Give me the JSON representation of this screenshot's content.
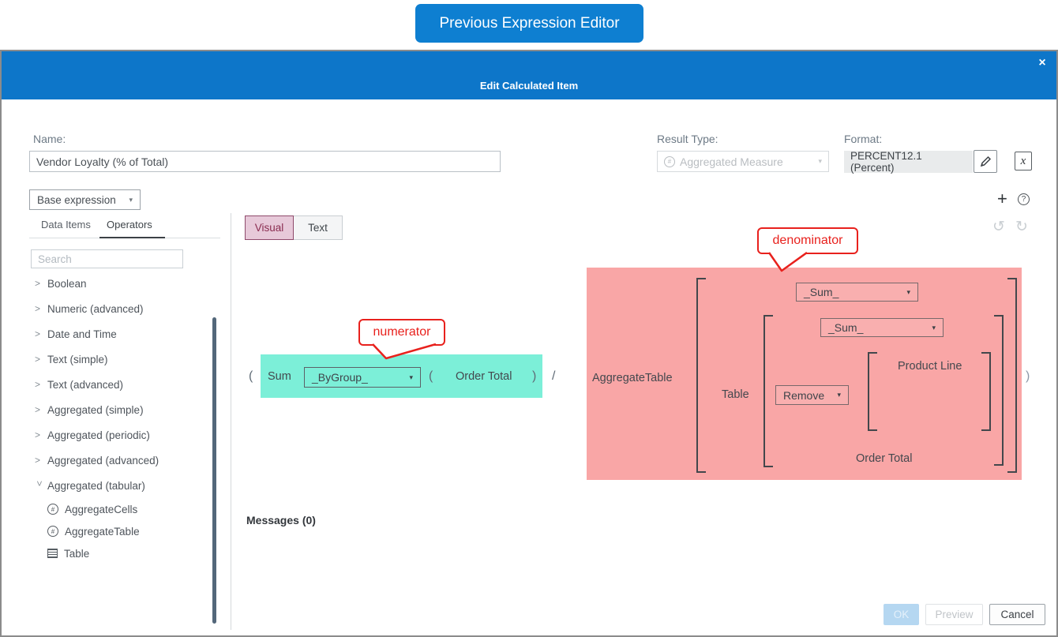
{
  "page": {
    "external_button_label": "Previous Expression Editor"
  },
  "dialog": {
    "title": "Edit Calculated Item",
    "close_glyph": "×",
    "name_field": {
      "label": "Name:",
      "value": "Vendor Loyalty (% of Total)"
    },
    "result_type": {
      "label": "Result Type:",
      "value": "Aggregated Measure"
    },
    "format": {
      "label": "Format:",
      "value": "PERCENT12.1 (Percent)",
      "variable_glyph": "x"
    },
    "scope_dropdown": {
      "value": "Base expression"
    },
    "panel_tabs": {
      "data_items": "Data Items",
      "operators": "Operators",
      "active": "Operators"
    },
    "search": {
      "placeholder": "Search"
    },
    "operator_tree": {
      "items": [
        {
          "label": "Boolean"
        },
        {
          "label": "Numeric (advanced)"
        },
        {
          "label": "Date and Time"
        },
        {
          "label": "Text (simple)"
        },
        {
          "label": "Text (advanced)"
        },
        {
          "label": "Aggregated (simple)"
        },
        {
          "label": "Aggregated (periodic)"
        },
        {
          "label": "Aggregated (advanced)"
        },
        {
          "label": "Aggregated (tabular)",
          "state": "expanded"
        }
      ],
      "children": [
        {
          "label": "AggregateCells",
          "icon": "aggregate-cells-icon"
        },
        {
          "label": "AggregateTable",
          "icon": "aggregate-table-icon"
        },
        {
          "label": "Table",
          "icon": "table-icon"
        }
      ]
    },
    "editor_tabs": {
      "visual": "Visual",
      "text": "Text",
      "active": "Visual"
    },
    "expression": {
      "numerator": {
        "callout": "numerator",
        "open_paren": "(",
        "function_label": "Sum",
        "dropdown_value": "_ByGroup_",
        "inner_open_paren": "(",
        "argument": "Order Total",
        "close_paren": ")",
        "divide_operator": "/"
      },
      "denominator": {
        "callout": "denominator",
        "function_label": "AggregateTable",
        "outer_dropdown_value": "_Sum_",
        "table_label": "Table",
        "inner_dropdown_value": "_Sum_",
        "remove_dropdown_value": "Remove",
        "group_item": "Product Line",
        "measure_item": "Order Total",
        "close_paren": ")"
      }
    },
    "messages_label": "Messages (0)",
    "footer": {
      "ok": "OK",
      "preview": "Preview",
      "cancel": "Cancel"
    }
  },
  "colors": {
    "accent_blue": "#0d7ac9",
    "numerator_highlight": "#7cefd8",
    "denominator_highlight": "#f9a6a6",
    "callout_red": "#e8211d",
    "active_tab_pink": "#e7c9d9"
  }
}
